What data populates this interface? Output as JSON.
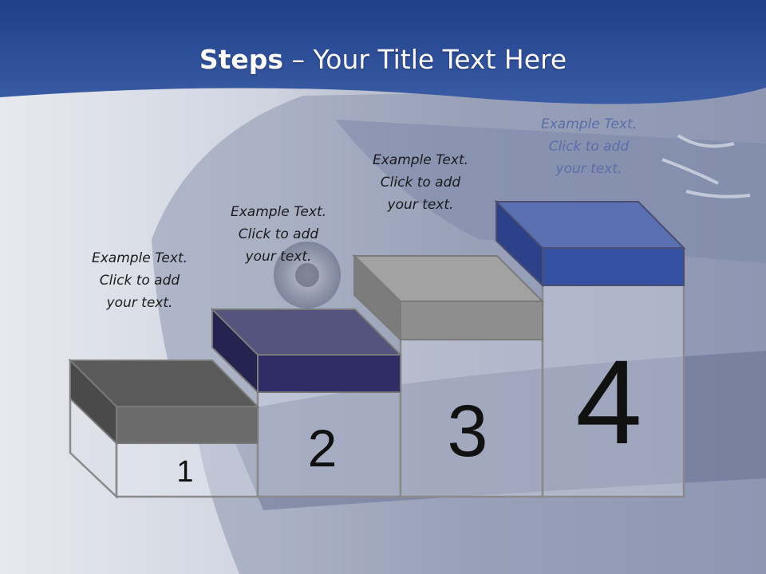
{
  "slide": {
    "title_bold": "Steps",
    "title_rest": " – Your Title Text Here"
  },
  "steps": [
    {
      "number": "1",
      "caption": [
        "Example Text.",
        "Click  to add",
        "your text."
      ],
      "color": "#6b6b6b"
    },
    {
      "number": "2",
      "caption": [
        "Example Text.",
        "Click  to add",
        "your text."
      ],
      "color": "#2f2d66"
    },
    {
      "number": "3",
      "caption": [
        "Example Text.",
        "Click  to add",
        "your text."
      ],
      "color": "#8e8e8e"
    },
    {
      "number": "4",
      "caption": [
        "Example Text.",
        "Click  to add",
        "your text."
      ],
      "color": "#3450a0"
    }
  ]
}
